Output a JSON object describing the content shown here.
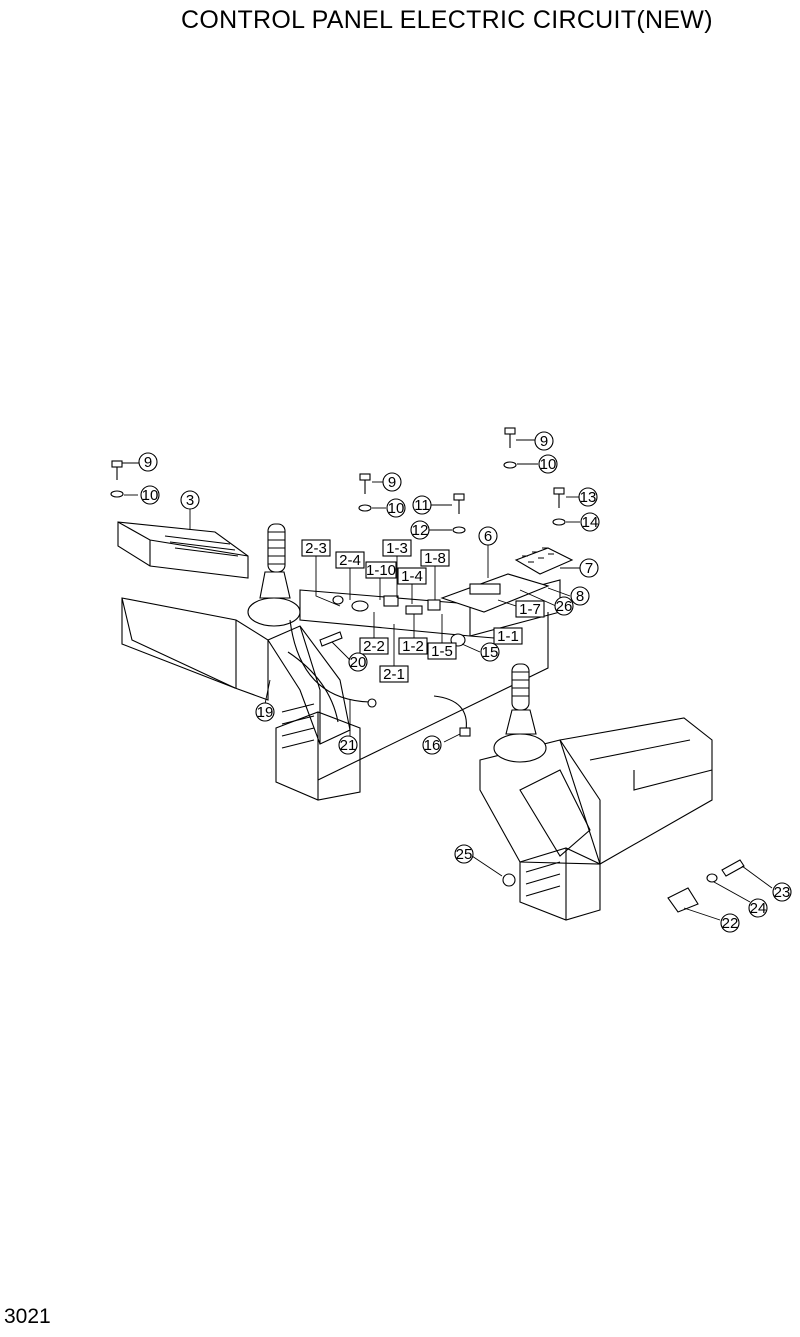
{
  "title": "CONTROL PANEL ELECTRIC CIRCUIT(NEW)",
  "page_number": "3021",
  "callouts": [
    "9",
    "10",
    "3",
    "9",
    "10",
    "9",
    "10",
    "11",
    "12",
    "6",
    "13",
    "14",
    "7",
    "8",
    "26",
    "1-7",
    "1-1",
    "15",
    "1-5",
    "1-2",
    "2-1",
    "2-2",
    "2-3",
    "2-4",
    "1-10",
    "1-3",
    "1-4",
    "1-8",
    "20",
    "19",
    "21",
    "16",
    "25",
    "22",
    "24",
    "23"
  ]
}
